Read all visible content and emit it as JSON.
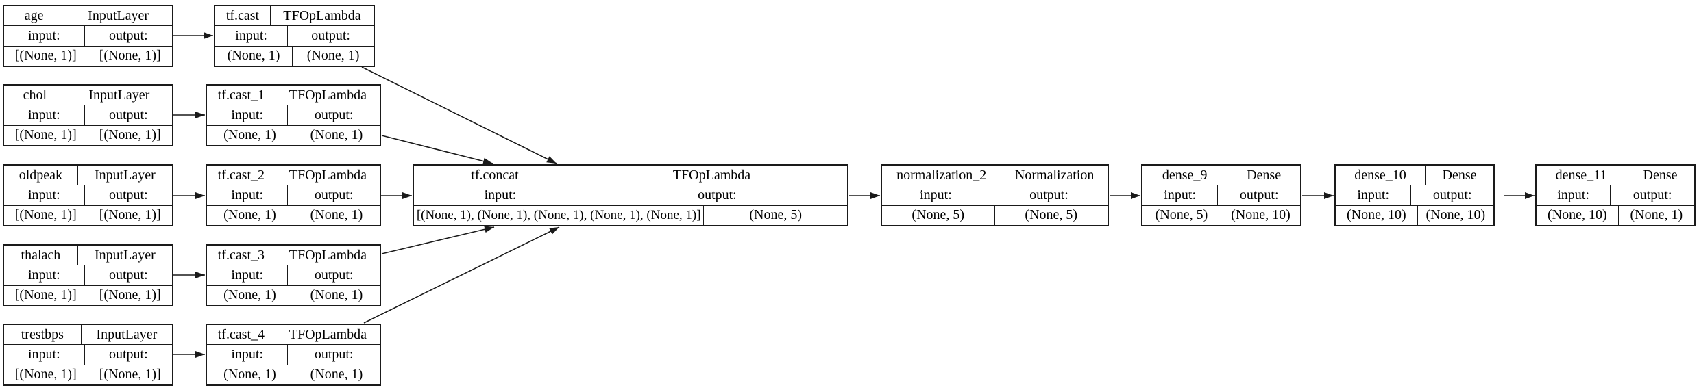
{
  "diagram": {
    "kind": "keras-model-plot",
    "labels": {
      "input": "input:",
      "output": "output:"
    },
    "nodes": [
      {
        "name": "age",
        "type": "InputLayer",
        "input_shape": "[(None, 1)]",
        "output_shape": "[(None, 1)]"
      },
      {
        "name": "tf.cast",
        "type": "TFOpLambda",
        "input_shape": "(None, 1)",
        "output_shape": "(None, 1)"
      },
      {
        "name": "chol",
        "type": "InputLayer",
        "input_shape": "[(None, 1)]",
        "output_shape": "[(None, 1)]"
      },
      {
        "name": "tf.cast_1",
        "type": "TFOpLambda",
        "input_shape": "(None, 1)",
        "output_shape": "(None, 1)"
      },
      {
        "name": "oldpeak",
        "type": "InputLayer",
        "input_shape": "[(None, 1)]",
        "output_shape": "[(None, 1)]"
      },
      {
        "name": "tf.cast_2",
        "type": "TFOpLambda",
        "input_shape": "(None, 1)",
        "output_shape": "(None, 1)"
      },
      {
        "name": "tf.concat",
        "type": "TFOpLambda",
        "input_shape": "[(None, 1), (None, 1), (None, 1), (None, 1), (None, 1)]",
        "output_shape": "(None, 5)"
      },
      {
        "name": "normalization_2",
        "type": "Normalization",
        "input_shape": "(None, 5)",
        "output_shape": "(None, 5)"
      },
      {
        "name": "dense_9",
        "type": "Dense",
        "input_shape": "(None, 5)",
        "output_shape": "(None, 10)"
      },
      {
        "name": "dense_10",
        "type": "Dense",
        "input_shape": "(None, 10)",
        "output_shape": "(None, 10)"
      },
      {
        "name": "dense_11",
        "type": "Dense",
        "input_shape": "(None, 10)",
        "output_shape": "(None, 1)"
      },
      {
        "name": "thalach",
        "type": "InputLayer",
        "input_shape": "[(None, 1)]",
        "output_shape": "[(None, 1)]"
      },
      {
        "name": "tf.cast_3",
        "type": "TFOpLambda",
        "input_shape": "(None, 1)",
        "output_shape": "(None, 1)"
      },
      {
        "name": "trestbps",
        "type": "InputLayer",
        "input_shape": "[(None, 1)]",
        "output_shape": "[(None, 1)]"
      },
      {
        "name": "tf.cast_4",
        "type": "TFOpLambda",
        "input_shape": "(None, 1)",
        "output_shape": "(None, 1)"
      }
    ],
    "edges": [
      {
        "from": "age",
        "to": "tf.cast"
      },
      {
        "from": "chol",
        "to": "tf.cast_1"
      },
      {
        "from": "oldpeak",
        "to": "tf.cast_2"
      },
      {
        "from": "thalach",
        "to": "tf.cast_3"
      },
      {
        "from": "trestbps",
        "to": "tf.cast_4"
      },
      {
        "from": "tf.cast",
        "to": "tf.concat"
      },
      {
        "from": "tf.cast_1",
        "to": "tf.concat"
      },
      {
        "from": "tf.cast_2",
        "to": "tf.concat"
      },
      {
        "from": "tf.cast_3",
        "to": "tf.concat"
      },
      {
        "from": "tf.cast_4",
        "to": "tf.concat"
      },
      {
        "from": "tf.concat",
        "to": "normalization_2"
      },
      {
        "from": "normalization_2",
        "to": "dense_9"
      },
      {
        "from": "dense_9",
        "to": "dense_10"
      },
      {
        "from": "dense_10",
        "to": "dense_11"
      }
    ]
  }
}
